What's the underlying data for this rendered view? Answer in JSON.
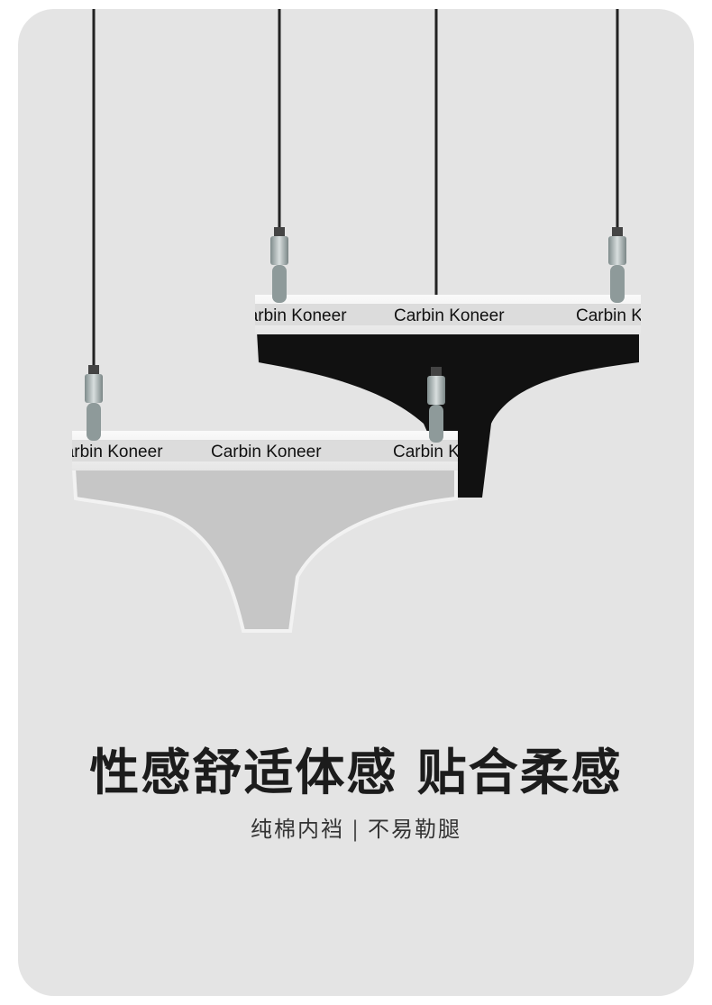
{
  "headline": "性感舒适体感 贴合柔感",
  "subline": {
    "left": "纯棉内裆",
    "separator": "|",
    "right": "不易勒腿"
  },
  "brand_text": "Carbin Koneer",
  "brand_text_fragment": "bin Koneer",
  "brand_text_fragment_right": "Carbin",
  "colors": {
    "card_background": "#e4e4e4",
    "black_garment": "#111111",
    "gray_garment": "#c5c5c5",
    "waistband": "#efefef"
  }
}
